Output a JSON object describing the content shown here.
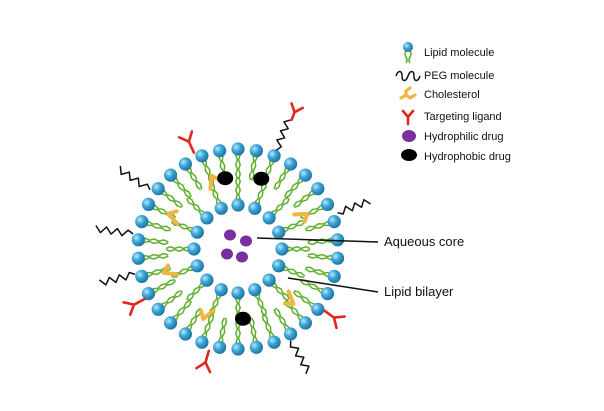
{
  "legend": {
    "items": [
      {
        "key": "lipid",
        "label": "Lipid molecule",
        "icon": "lipid-molecule-icon"
      },
      {
        "key": "peg",
        "label": "PEG molecule",
        "icon": "peg-molecule-icon"
      },
      {
        "key": "cholesterol",
        "label": "Cholesterol",
        "icon": "cholesterol-icon"
      },
      {
        "key": "ligand",
        "label": "Targeting ligand",
        "icon": "targeting-ligand-icon"
      },
      {
        "key": "hydrophilic",
        "label": "Hydrophilic drug",
        "icon": "hydrophilic-drug-icon"
      },
      {
        "key": "hydrophobic",
        "label": "Hydrophobic drug",
        "icon": "hydrophobic-drug-icon"
      }
    ]
  },
  "callouts": {
    "aqueous_core": "Aqueous core",
    "lipid_bilayer": "Lipid bilayer"
  },
  "colors": {
    "lipid_head": "#3aa6d8",
    "lipid_tail": "#5fae2e",
    "cholesterol": "#f2b544",
    "ligand": "#e0281e",
    "hydrophilic": "#7a2fa0",
    "hydrophobic": "#000000",
    "peg": "#111111"
  }
}
